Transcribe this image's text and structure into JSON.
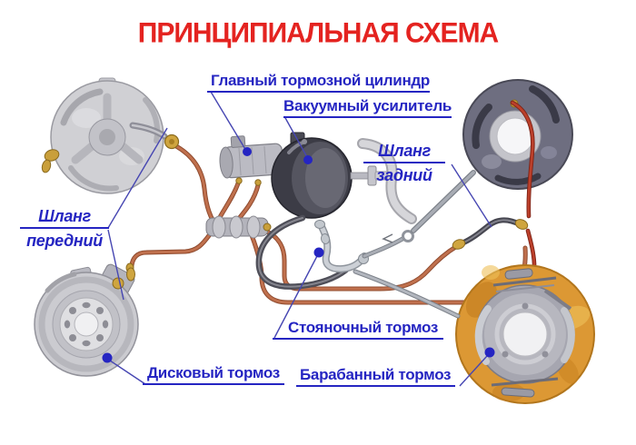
{
  "title": "ПРИНЦИПИАЛЬНАЯ СХЕМА",
  "labels": {
    "master_cylinder": "Главный тормозной цилиндр",
    "vacuum_booster": "Вакуумный усилитель",
    "rear_hose_line1": "Шланг",
    "rear_hose_line2": "задний",
    "front_hose_line1": "Шланг",
    "front_hose_line2": "передний",
    "parking_brake": "Стояночный тормоз",
    "disc_brake": "Дисковый тормоз",
    "drum_brake": "Барабанный тормоз"
  },
  "colors": {
    "title_red": "#e42320",
    "label_blue": "#2525c2",
    "leader_blue": "#4646b2",
    "copper": "#c0704d",
    "red_pipe": "#bb3f2a",
    "drum_orange": "#dc9834",
    "bg": "#ffffff"
  }
}
